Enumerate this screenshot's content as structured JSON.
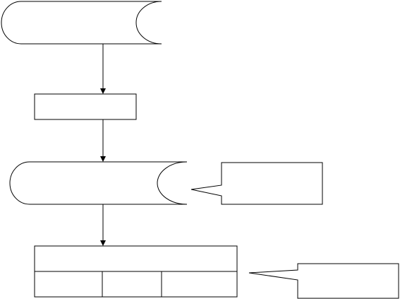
{
  "diagram": {
    "stroke_color": "#000000",
    "background_color": "#ffffff",
    "nodes": [
      {
        "id": "stored-data-top",
        "kind": "stored-data",
        "text": ""
      },
      {
        "id": "process-box",
        "kind": "process",
        "text": ""
      },
      {
        "id": "stored-data-middle",
        "kind": "stored-data",
        "text": ""
      },
      {
        "id": "callout-upper",
        "kind": "callout",
        "text": ""
      },
      {
        "id": "table",
        "kind": "table",
        "rows": 2,
        "bottom_row_cells": 3,
        "header_text": "",
        "cells": [
          "",
          "",
          ""
        ]
      },
      {
        "id": "callout-lower",
        "kind": "callout",
        "text": ""
      }
    ],
    "edges": [
      {
        "from": "stored-data-top",
        "to": "process-box",
        "arrow": true
      },
      {
        "from": "process-box",
        "to": "stored-data-middle",
        "arrow": true
      },
      {
        "from": "stored-data-middle",
        "to": "table",
        "arrow": true
      }
    ]
  }
}
